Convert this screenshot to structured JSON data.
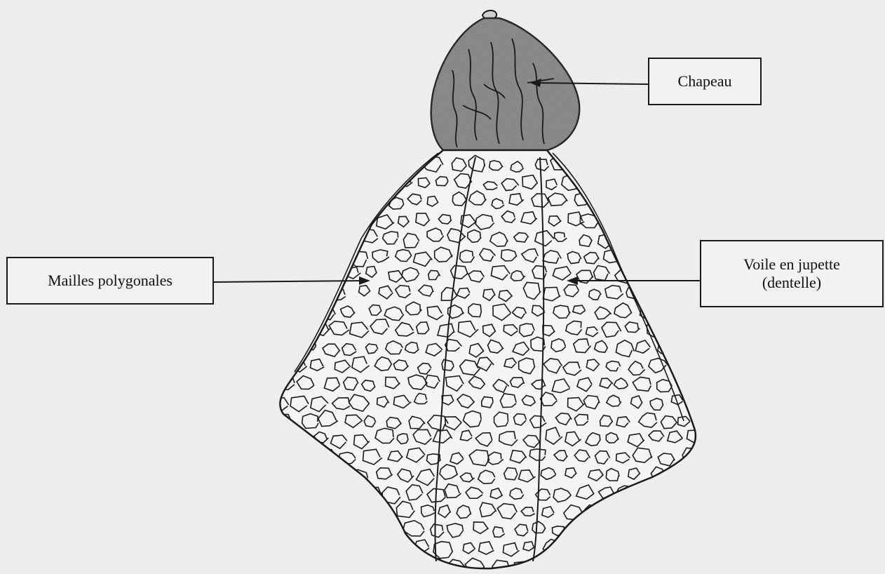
{
  "labels": {
    "chapeau": "Chapeau",
    "mailles": "Mailles polygonales",
    "voile_line1": "Voile en jupette",
    "voile_line2": "(dentelle)"
  },
  "colors": {
    "background": "#ededed",
    "ink": "#1a1a1a",
    "cap_fill": "#7d7d7d"
  }
}
